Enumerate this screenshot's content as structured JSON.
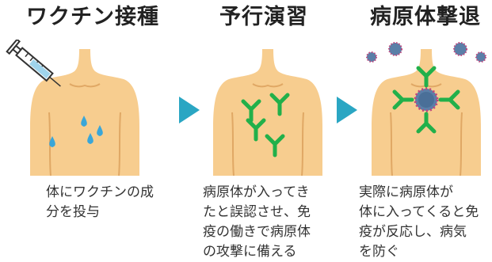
{
  "colors": {
    "skin": "#f7cd8f",
    "skin_line": "#e0a865",
    "antibody": "#22b04a",
    "droplet": "#3aa6d8",
    "arrow": "#2aa6c3",
    "virus": "#5a7fa8",
    "virus_spike": "#c0457c"
  },
  "steps": [
    {
      "title": "ワクチン接種",
      "desc_lines": [
        "体にワクチンの成",
        "分を投与"
      ]
    },
    {
      "title": "予行演習",
      "desc_lines": [
        "病原体が入ってき",
        "たと誤認させ、免",
        "疫の働きで病原体",
        "の攻撃に備える"
      ]
    },
    {
      "title": "病原体撃退",
      "desc_lines": [
        "実際に病原体が",
        "体に入ってくると免",
        "疫が反応し、病気",
        "を防ぐ"
      ]
    }
  ],
  "icons": {
    "syringe": "syringe-icon",
    "droplet": "droplet-icon",
    "antibody": "antibody-icon",
    "virus": "virus-icon",
    "arrow": "arrow-right-icon"
  }
}
